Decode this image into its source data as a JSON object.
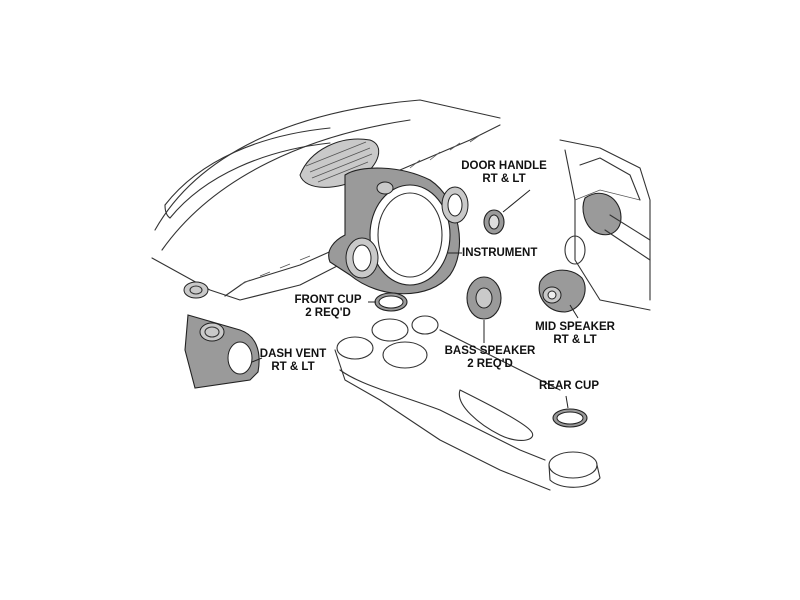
{
  "callouts": {
    "door_handle": {
      "line1": "DOOR HANDLE",
      "line2": "RT & LT"
    },
    "instrument": {
      "line1": "INSTRUMENT"
    },
    "front_cup": {
      "line1": "FRONT CUP",
      "line2": "2 REQ'D"
    },
    "mid_speaker": {
      "line1": "MID SPEAKER",
      "line2": "RT & LT"
    },
    "dash_vent": {
      "line1": "DASH VENT",
      "line2": "RT & LT"
    },
    "bass_speaker": {
      "line1": "BASS SPEAKER",
      "line2": "2 REQ'D"
    },
    "rear_cup": {
      "line1": "REAR CUP"
    }
  },
  "colors": {
    "part_fill": "#9a9a9a",
    "line": "#333333",
    "background": "#ffffff"
  }
}
